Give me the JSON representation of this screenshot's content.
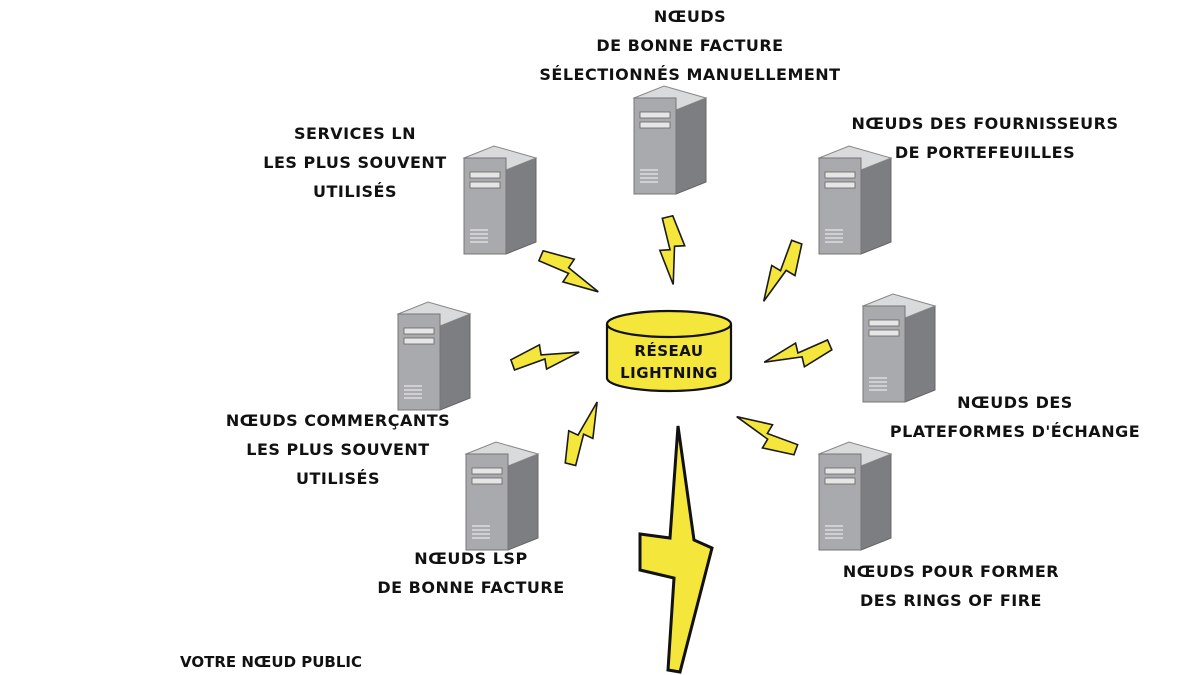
{
  "center": {
    "line1": "RÉSEAU",
    "line2": "LIGHTNING",
    "fill": "#f4e63a"
  },
  "bolt_color": "#f4e63a",
  "your_node_label": "VOTRE NŒUD PUBLIC",
  "nodes": [
    {
      "id": "handpicked",
      "lines": [
        "NŒUDS",
        "DE BONNE FACTURE",
        "SÉLECTIONNÉS MANUELLEMENT"
      ]
    },
    {
      "id": "wallet",
      "lines": [
        "NŒUDS DES FOURNISSEURS",
        "DE PORTEFEUILLES"
      ]
    },
    {
      "id": "exchange",
      "lines": [
        "NŒUDS DES",
        "PLATEFORMES D'ÉCHANGE"
      ]
    },
    {
      "id": "rings",
      "lines": [
        "NŒUDS POUR FORMER",
        "DES RINGS OF FIRE"
      ]
    },
    {
      "id": "lsp",
      "lines": [
        "NŒUDS LSP",
        "DE BONNE FACTURE"
      ]
    },
    {
      "id": "merchants",
      "lines": [
        "NŒUDS COMMERÇANTS",
        "LES PLUS SOUVENT",
        "UTILISÉS"
      ]
    },
    {
      "id": "services",
      "lines": [
        "SERVICES LN",
        "LES PLUS SOUVENT",
        "UTILISÉS"
      ]
    }
  ]
}
